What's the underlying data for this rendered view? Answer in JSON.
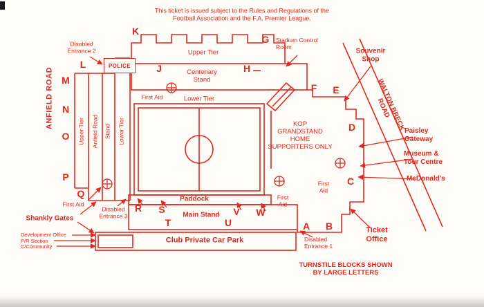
{
  "colors": {
    "ink": "#e02820",
    "paper": "#fdfcf6"
  },
  "disclaimer": {
    "line1": "This ticket is issued subject to the Rules and Regulations of the",
    "line2": "Football Association and the F.A. Premier League."
  },
  "blocks": {
    "A": "A",
    "B": "B",
    "C": "C",
    "D": "D",
    "E": "E",
    "F": "F",
    "G": "G",
    "H": "H",
    "J": "J",
    "K": "K",
    "L": "L",
    "M": "M",
    "N": "N",
    "O": "O",
    "P": "P",
    "Q": "Q",
    "R": "R",
    "S": "S",
    "T": "T",
    "U": "U",
    "V": "V",
    "W": "W"
  },
  "stands": {
    "police": "POLICE",
    "upper_tier_top": "Upper Tier",
    "centenary_stand": "Centenary\nStand",
    "lower_tier_pitch": "Lower Tier",
    "left_upper_tier": "Upper Tier",
    "left_anfield_road": "Anfield Road",
    "left_stand": "Stand",
    "left_lower_tier": "Lower Tier",
    "kop": "KOP\nGRANDSTAND\nHOME\nSUPPORTERS ONLY",
    "paddock": "Paddock",
    "main_stand": "Main Stand"
  },
  "roads": {
    "anfield_road": "ANFIELD ROAD",
    "walton_breck_road": "WALTON BRECK\nROAD"
  },
  "features": {
    "disabled_entrance_2": "Disabled\nEntrance 2",
    "stadium_control_room": "Stadium Control\nRoom",
    "souvenir_shop": "Souvenir\nShop",
    "paisley_gateway": "Paisley\nGateway",
    "museum_tour_centre": "Museum &\nTour Centre",
    "mcdonalds": "McDonald's",
    "first_aid": "First Aid",
    "first_aid_stacked": "First\nAid",
    "shankly_gates": "Shankly Gates",
    "disabled_entrance_3": "Disabled\nEntrance 3",
    "disabled_entrance_1": "Disabled\nEntrance 1",
    "development_office": "Development Office",
    "pr_section": "P/R Section",
    "c_community": "C/Community",
    "car_park": "Club Private Car Park",
    "ticket_office": "Ticket\nOffice"
  },
  "notes": {
    "turnstiles": "TURNSTILE BLOCKS SHOWN\nBY LARGE LETTERS"
  }
}
